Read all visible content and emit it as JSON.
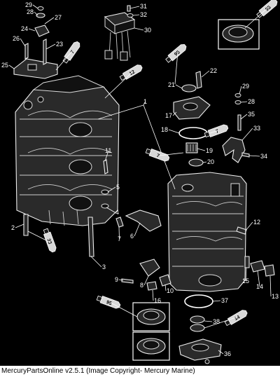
{
  "diagram": {
    "callouts": [
      "1",
      "2",
      "3",
      "4",
      "5",
      "6",
      "7",
      "8",
      "9",
      "10",
      "11",
      "12",
      "13",
      "14",
      "15",
      "16",
      "17",
      "18",
      "19",
      "20",
      "21",
      "22",
      "23",
      "24",
      "25",
      "26",
      "27",
      "28",
      "28",
      "29",
      "29",
      "30",
      "31",
      "32",
      "33",
      "34",
      "35",
      "36",
      "37",
      "38"
    ],
    "tube_labels": [
      "95",
      "7",
      "12",
      "95",
      "7",
      "7",
      "33",
      "95",
      "14"
    ]
  },
  "footer": {
    "text": "MercuryPartsOnline v2.5.1 (Image Copyright- Mercury Marine)"
  }
}
